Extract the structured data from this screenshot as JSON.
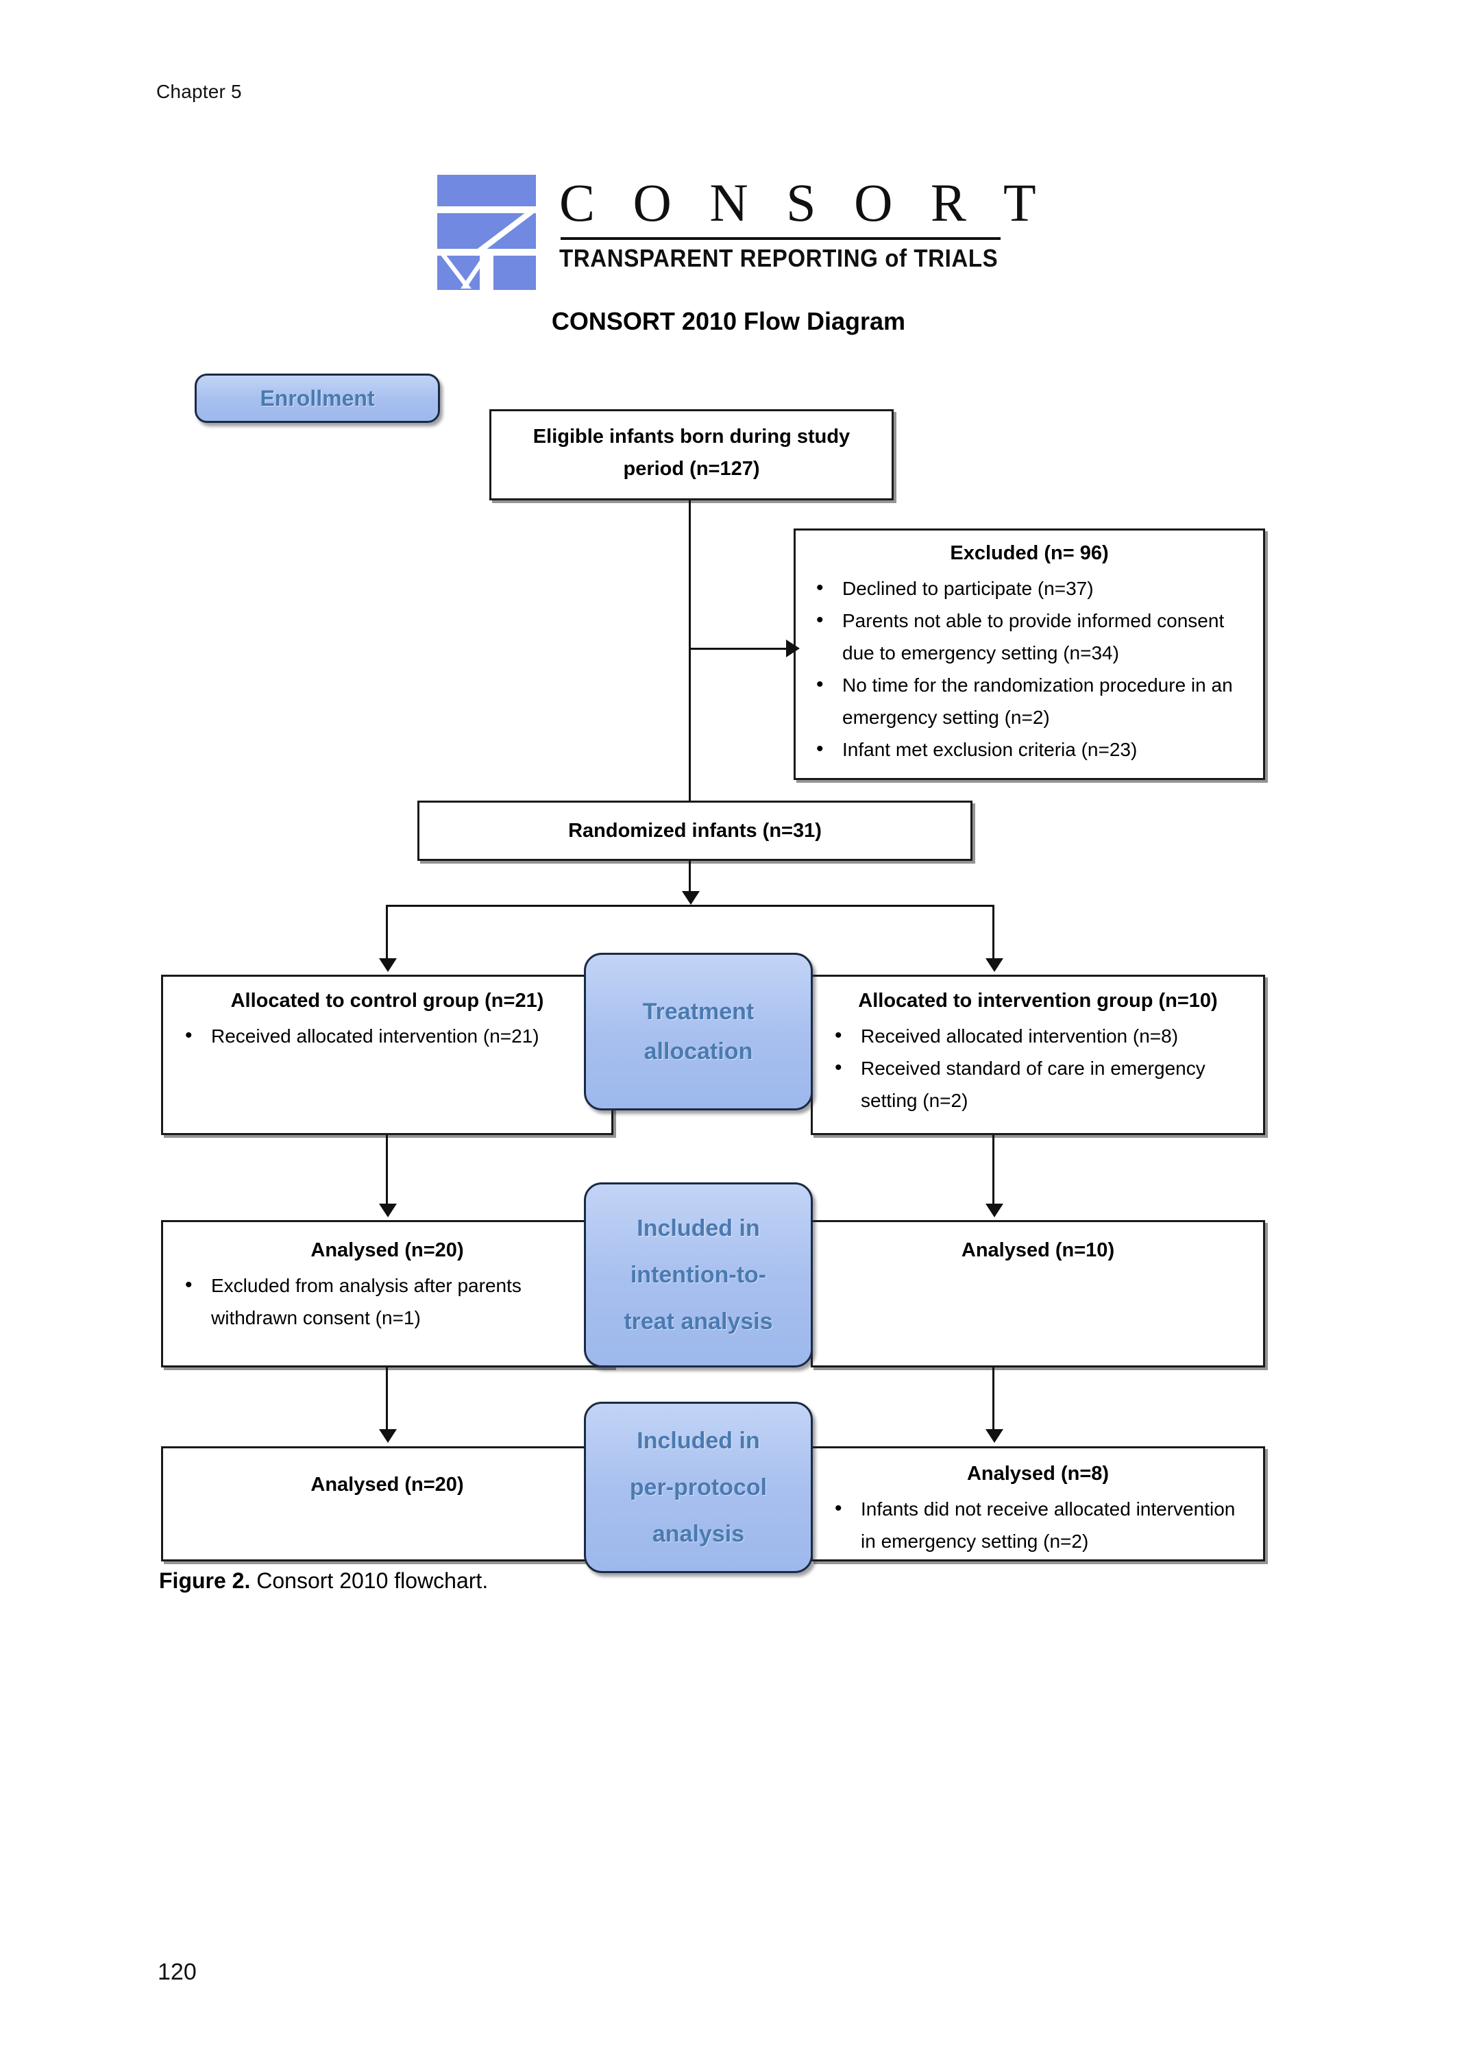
{
  "page": {
    "running_head": "Chapter 5",
    "folio": "120"
  },
  "logo": {
    "wordmark": "C O N S O R T",
    "tagline": "TRANSPARENT REPORTING of TRIALS",
    "diagram_title": "CONSORT 2010 Flow Diagram",
    "mark_color": "#7189E0"
  },
  "caption": {
    "label": "Figure 2.",
    "text": " Consort 2010 flowchart."
  },
  "colors": {
    "badge_fill": "#A8C0EF",
    "badge_text": "#4A7AB0",
    "badge_border": "#1B2A44",
    "box_border": "#1A1A1A"
  },
  "badges": {
    "enrollment": "Enrollment",
    "allocation_line1": "Treatment",
    "allocation_line2": "allocation",
    "itt_line1": "Included in",
    "itt_line2": "intention-to-",
    "itt_line3": "treat analysis",
    "pp_line1": "Included in",
    "pp_line2": "per-protocol",
    "pp_line3": "analysis"
  },
  "nodes": {
    "eligible": {
      "header_line1": "Eligible infants born during study",
      "header_line2": "period (n=127)"
    },
    "excluded": {
      "header": "Excluded (n= 96)",
      "items": [
        "Declined to participate (n=37)",
        "Parents not able to provide informed consent due to emergency setting (n=34)",
        "No time for the randomization procedure in an emergency setting (n=2)",
        "Infant met exclusion criteria (n=23)"
      ]
    },
    "randomized": {
      "header": "Randomized infants (n=31)"
    },
    "alloc_control": {
      "header": "Allocated to control group (n=21)",
      "items": [
        "Received allocated intervention (n=21)"
      ]
    },
    "alloc_intervention": {
      "header": "Allocated to intervention group (n=10)",
      "items": [
        "Received allocated intervention (n=8)",
        "Received standard of care in emergency setting (n=2)"
      ]
    },
    "itt_control": {
      "header": "Analysed (n=20)",
      "items": [
        "Excluded from analysis after parents withdrawn consent (n=1)"
      ]
    },
    "itt_intervention": {
      "header": "Analysed (n=10)",
      "items": []
    },
    "pp_control": {
      "header": "Analysed (n=20)",
      "items": []
    },
    "pp_intervention": {
      "header": "Analysed (n=8)",
      "items": [
        "Infants did not receive allocated intervention in emergency setting (n=2)"
      ]
    }
  },
  "chart_data": {
    "type": "diagram",
    "title": "CONSORT 2010 Flow Diagram",
    "stages": [
      "Enrollment",
      "Treatment allocation",
      "Included in intention-to-treat analysis",
      "Included in per-protocol analysis"
    ],
    "counts": {
      "eligible": 127,
      "excluded_total": 96,
      "excluded_declined": 37,
      "excluded_no_consent_emergency": 34,
      "excluded_no_time_randomization": 2,
      "excluded_met_exclusion_criteria": 23,
      "randomized": 31,
      "allocated_control": 21,
      "control_received_allocated": 21,
      "allocated_intervention": 10,
      "intervention_received_allocated": 8,
      "intervention_received_standard_care": 2,
      "itt_control_analysed": 20,
      "itt_control_excluded_withdrawn_consent": 1,
      "itt_intervention_analysed": 10,
      "pp_control_analysed": 20,
      "pp_intervention_analysed": 8,
      "pp_intervention_not_received": 2
    }
  }
}
